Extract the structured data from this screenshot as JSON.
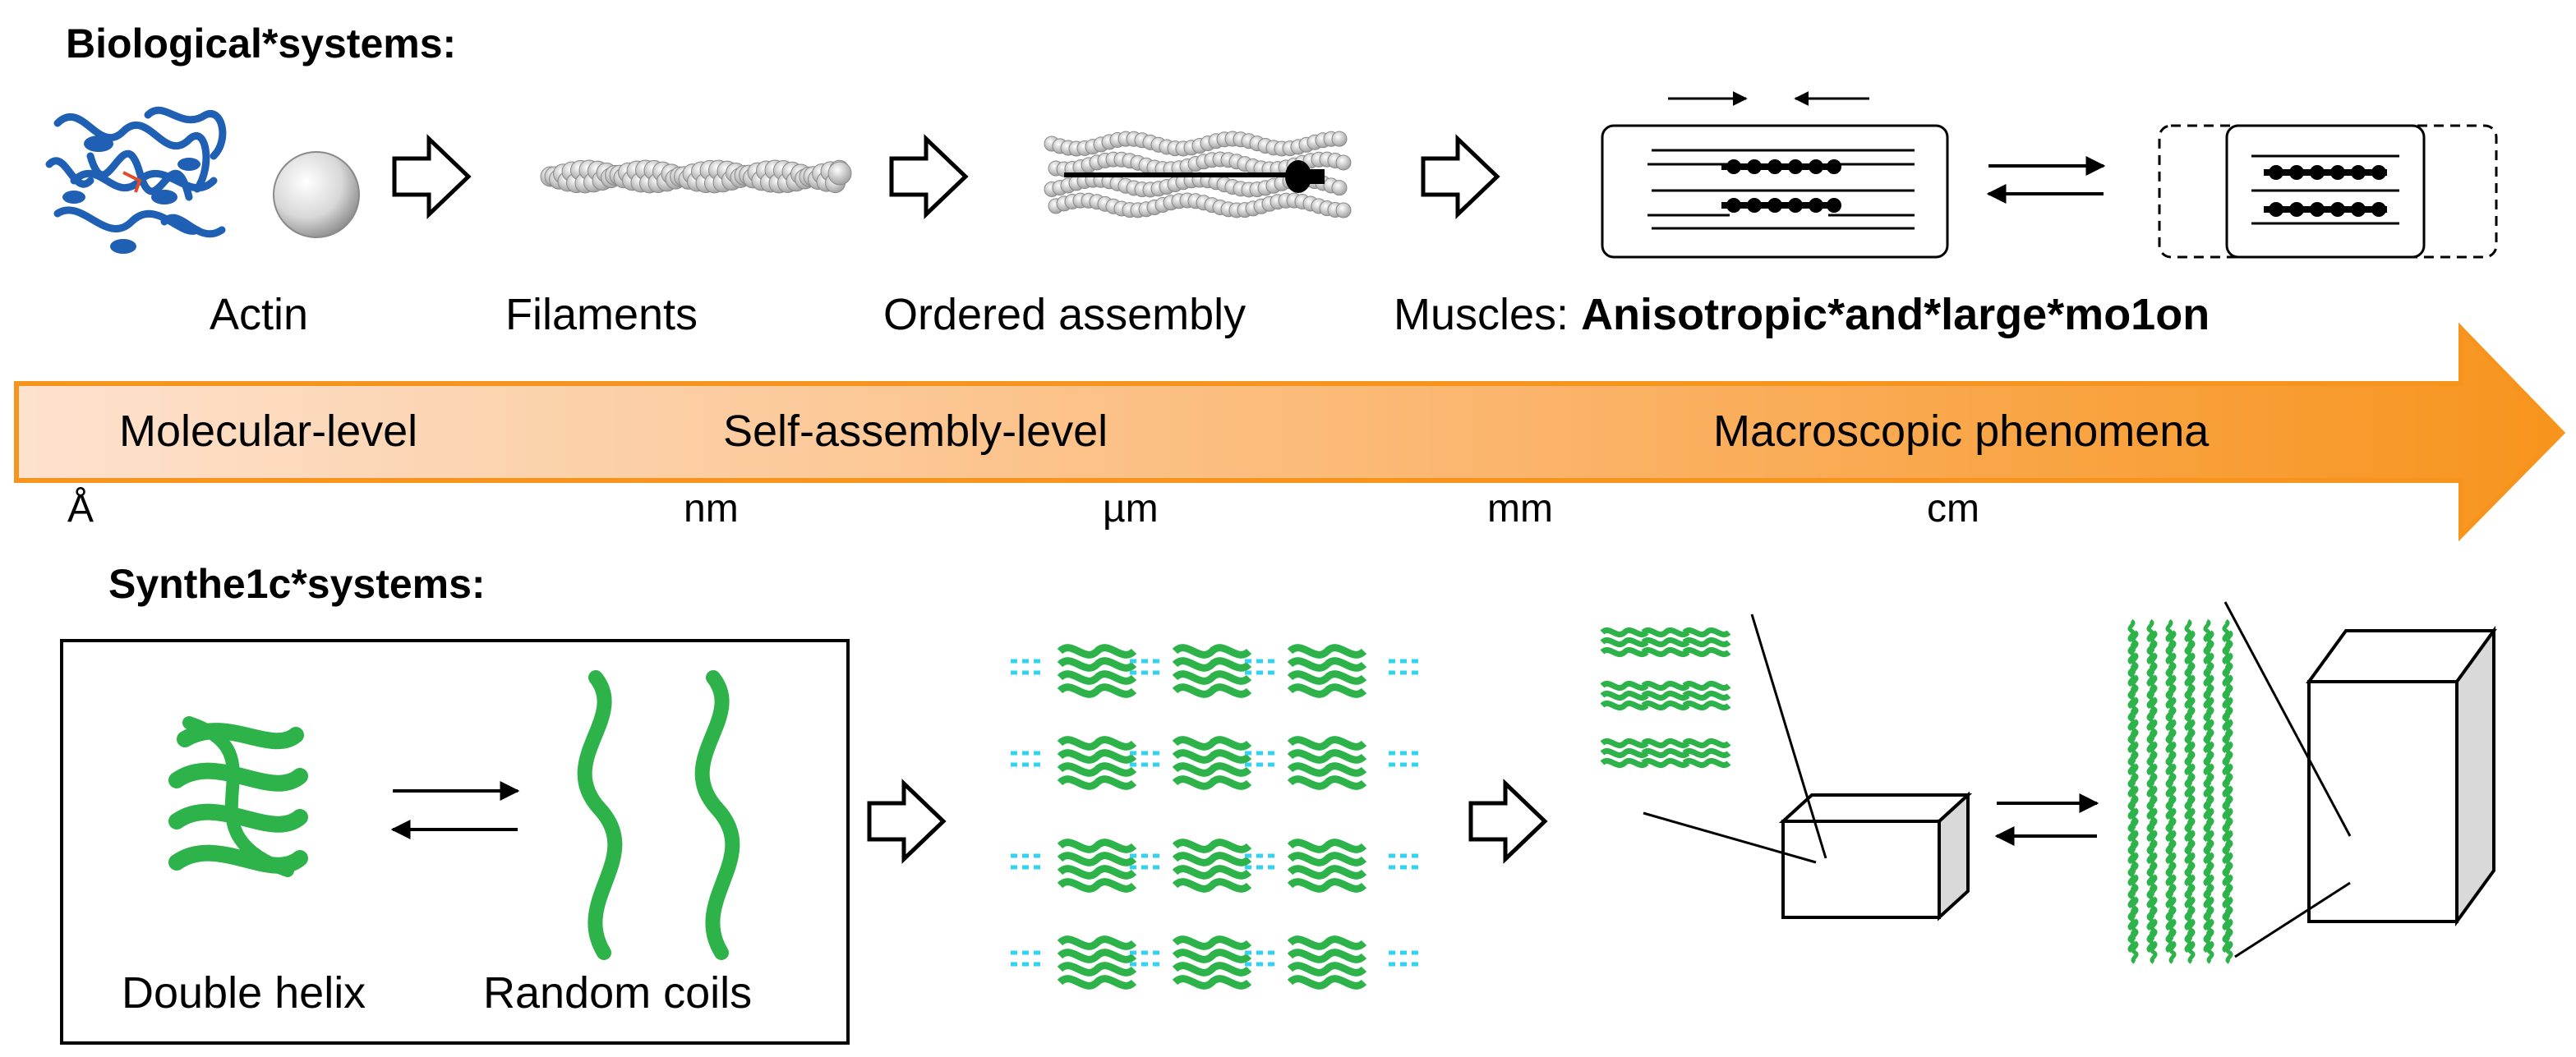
{
  "bio": {
    "heading": "Biological*systems:",
    "labels": {
      "actin": "Actin",
      "filaments": "Filaments",
      "ordered": "Ordered assembly",
      "muscles_prefix": "Muscles: ",
      "muscles_bold": "Anisotropic*and*large*mo1on"
    }
  },
  "scale_arrow": {
    "levels": [
      "Molecular-level",
      "Self-assembly-level",
      "Macroscopic phenomena"
    ],
    "units": [
      "Å",
      "nm",
      "µm",
      "mm",
      "cm"
    ],
    "gradient_start": "#fde0cc",
    "gradient_end": "#f7941d"
  },
  "synth": {
    "heading": "Synthe1c*systems:",
    "labels": {
      "double_helix": "Double helix",
      "random_coils": "Random coils"
    }
  },
  "colors": {
    "protein": "#1f5fb4",
    "helix_green": "#2db34a",
    "cyan_bond": "#32d3f0",
    "sphere": "#d9d9d9"
  },
  "icons": [
    "protein-structure-icon",
    "sphere-icon",
    "hollow-arrow-icon",
    "equilibrium-arrows-icon",
    "double-helix-icon",
    "random-coil-icon",
    "box-icon"
  ]
}
